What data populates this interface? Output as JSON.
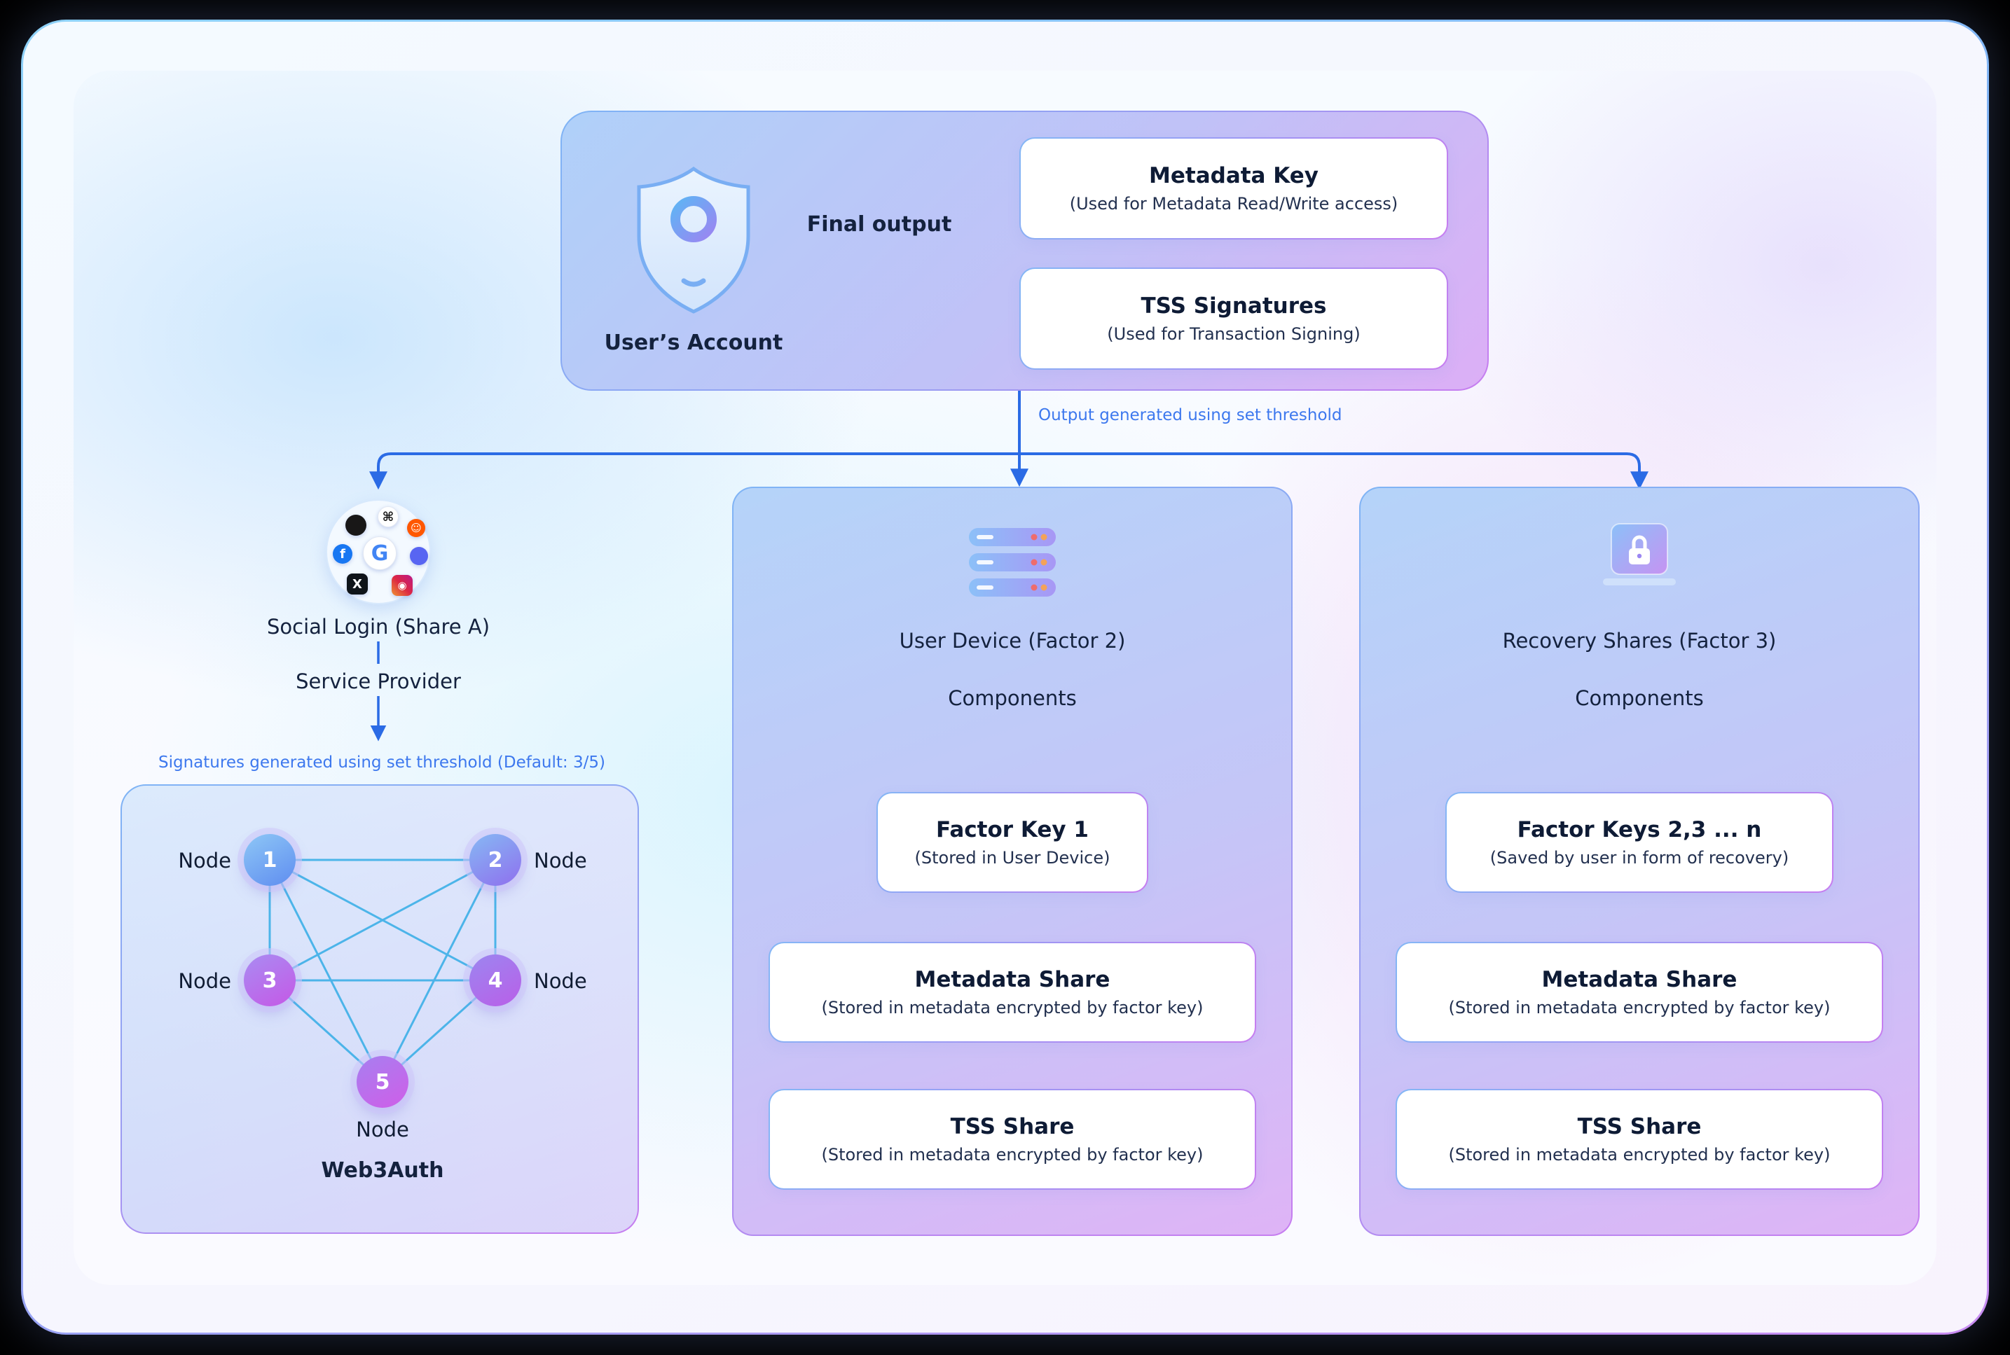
{
  "account": {
    "label": "User’s Account",
    "final_output": "Final output",
    "metadata_key": {
      "title": "Metadata Key",
      "subtitle": "(Used for Metadata Read/Write access)"
    },
    "tss_signatures": {
      "title": "TSS Signatures",
      "subtitle": "(Used for Transaction Signing)"
    },
    "threshold_note": "Output generated using set threshold"
  },
  "social": {
    "title": "Social Login (Share A)",
    "subtitle": "Service Provider",
    "signature_note": "Signatures generated using set threshold (Default: 3/5)",
    "network_label": "Web3Auth",
    "nodes": [
      {
        "number": "1",
        "label": "Node"
      },
      {
        "number": "2",
        "label": "Node"
      },
      {
        "number": "3",
        "label": "Node"
      },
      {
        "number": "4",
        "label": "Node"
      },
      {
        "number": "5",
        "label": "Node"
      }
    ],
    "icons": {
      "google": "G",
      "x": "X",
      "instagram": "◉",
      "facebook": "f",
      "apple": "⌘",
      "reddit": "☺",
      "github": "",
      "discord": ""
    }
  },
  "device": {
    "title": "User Device (Factor 2)",
    "components_label": "Components",
    "factor_key": {
      "title": "Factor Key 1",
      "subtitle": "(Stored in User Device)"
    },
    "metadata_share": {
      "title": "Metadata Share",
      "subtitle": "(Stored in metadata encrypted by factor key)"
    },
    "tss_share": {
      "title": "TSS Share",
      "subtitle": "(Stored in metadata encrypted by factor key)"
    }
  },
  "recovery": {
    "title": "Recovery Shares (Factor 3)",
    "components_label": "Components",
    "factor_keys": {
      "title": "Factor Keys 2,3 ... n",
      "subtitle": "(Saved by user in form of recovery)"
    },
    "metadata_share": {
      "title": "Metadata Share",
      "subtitle": "(Stored in metadata encrypted by factor key)"
    },
    "tss_share": {
      "title": "TSS Share",
      "subtitle": "(Stored in metadata encrypted by factor key)"
    }
  },
  "colors": {
    "accent_blue": "#2b6be5",
    "accent_cyan": "#38a6e8",
    "note_blue": "#3d78ee",
    "heading": "#0e1b35"
  }
}
